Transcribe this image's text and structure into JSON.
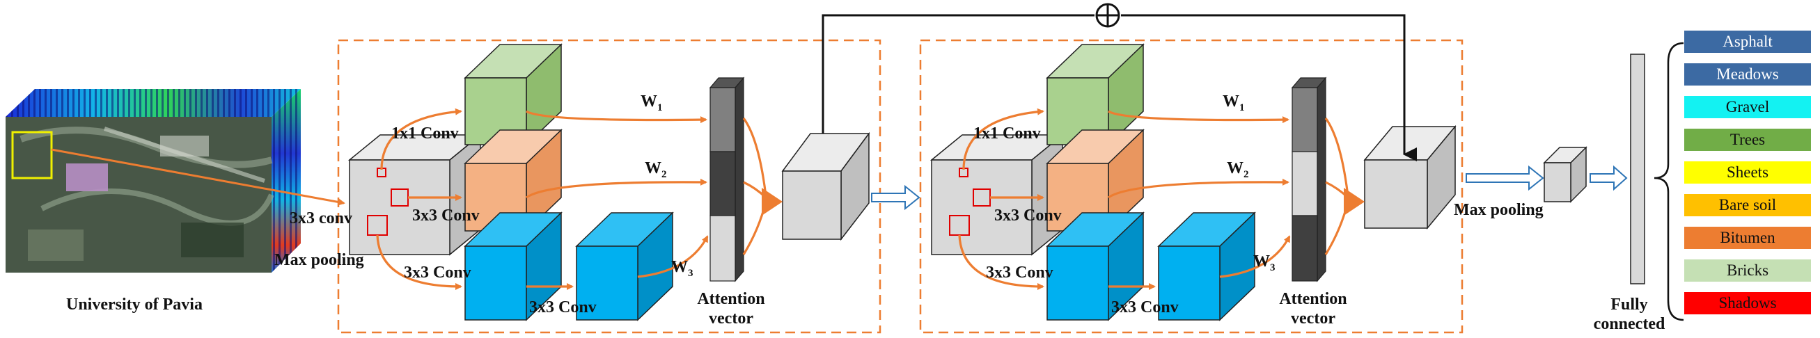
{
  "input": {
    "caption": "University of Pavia"
  },
  "op_labels": {
    "conv_3x3_input": "3x3 conv",
    "max_pooling_1": "Max pooling",
    "conv_1x1": "1x1 Conv",
    "conv_3x3_mid": "3x3 Conv",
    "conv_3x3_low": "3x3 Conv",
    "conv_3x3_low2": "3x3 Conv",
    "max_pooling_2": "Max pooling"
  },
  "weights": {
    "w1": "W",
    "w1_sub": "1",
    "w2": "W",
    "w2_sub": "2",
    "w3": "W",
    "w3_sub": "3"
  },
  "attention": {
    "line1": "Attention",
    "line2": "vector"
  },
  "fully_connected": {
    "line1": "Fully",
    "line2": "connected"
  },
  "residual_symbol": "⊕",
  "classes": [
    {
      "label": "Asphalt",
      "color": "#3c6aa3",
      "text_color": "#ffffff"
    },
    {
      "label": "Meadows",
      "color": "#3c6aa3",
      "text_color": "#ffffff"
    },
    {
      "label": "Gravel",
      "color": "#13f2f2",
      "text_color": "#111111"
    },
    {
      "label": "Trees",
      "color": "#71ad47",
      "text_color": "#111111"
    },
    {
      "label": "Sheets",
      "color": "#ffff00",
      "text_color": "#111111"
    },
    {
      "label": "Bare soil",
      "color": "#ffc000",
      "text_color": "#111111"
    },
    {
      "label": "Bitumen",
      "color": "#ed7d31",
      "text_color": "#111111"
    },
    {
      "label": "Bricks",
      "color": "#c5e0b4",
      "text_color": "#111111"
    },
    {
      "label": "Shadows",
      "color": "#ff0000",
      "text_color": "#111111"
    }
  ],
  "colors": {
    "orange_arrow": "#ed7d31",
    "dashed_frame": "#ed7d31",
    "green_cube": "#a9d18e",
    "salmon_cube": "#f4b183",
    "blue_cube": "#00b0f0",
    "gray_cube": "#d9d9d9",
    "hollow_arrow": "#2e75b6"
  }
}
